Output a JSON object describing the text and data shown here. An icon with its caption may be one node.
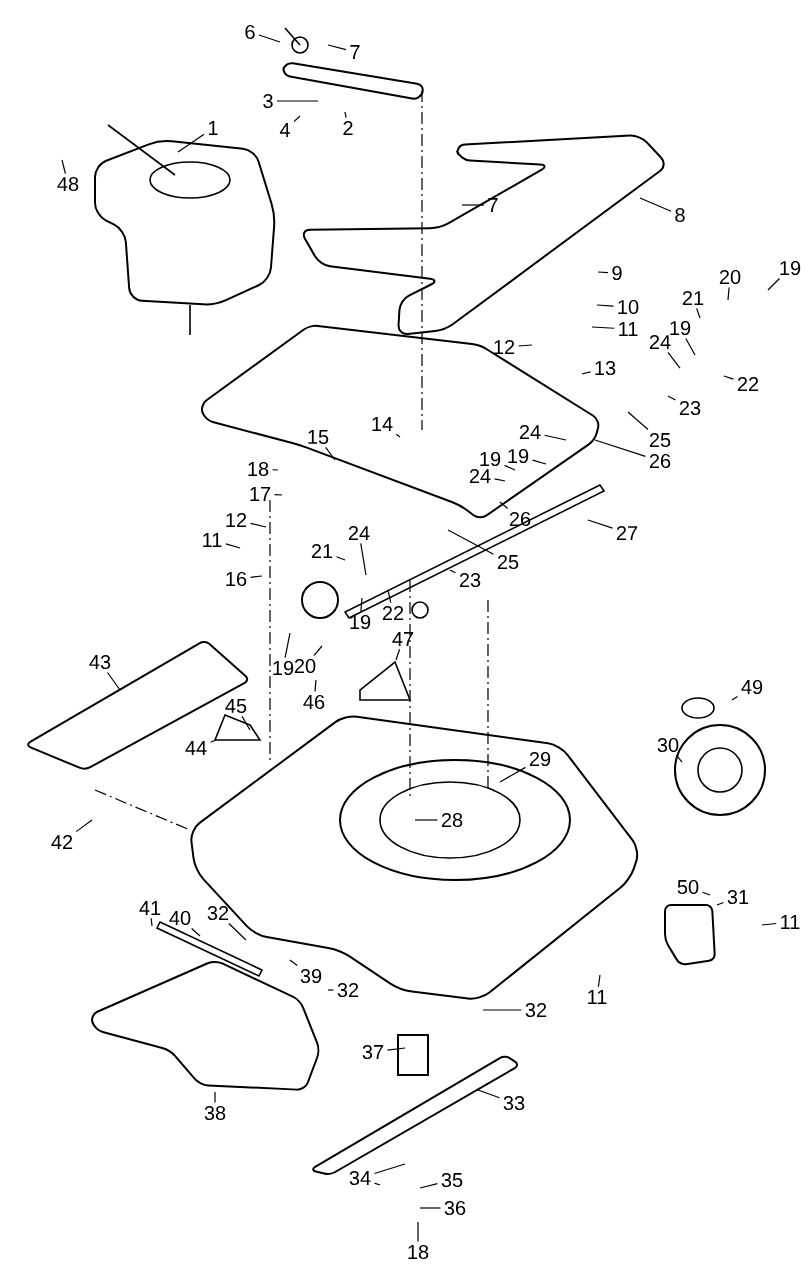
{
  "diagram": {
    "nodes": [
      {
        "text": [
          "6"
        ]
      },
      {
        "text": [
          "7"
        ]
      },
      {
        "text": [
          "3"
        ]
      },
      {
        "text": [
          "4"
        ]
      },
      {
        "text": [
          "2"
        ]
      },
      {
        "text": [
          "1"
        ]
      },
      {
        "text": [
          "48"
        ]
      },
      {
        "text": [
          "7"
        ]
      },
      {
        "text": [
          "8"
        ]
      },
      {
        "text": [
          "9"
        ]
      },
      {
        "text": [
          "20"
        ]
      },
      {
        "text": [
          "19"
        ]
      },
      {
        "text": [
          "10"
        ]
      },
      {
        "text": [
          "21"
        ]
      },
      {
        "text": [
          "11"
        ]
      },
      {
        "text": [
          "24"
        ]
      },
      {
        "text": [
          "19"
        ]
      },
      {
        "text": [
          "12"
        ]
      },
      {
        "text": [
          "13"
        ]
      },
      {
        "text": [
          "22"
        ]
      },
      {
        "text": [
          "23"
        ]
      },
      {
        "text": [
          "14"
        ]
      },
      {
        "text": [
          "25"
        ]
      },
      {
        "text": [
          "15"
        ]
      },
      {
        "text": [
          "24"
        ]
      },
      {
        "text": [
          "26"
        ]
      },
      {
        "text": [
          "19"
        ]
      },
      {
        "text": [
          "18"
        ]
      },
      {
        "text": [
          "24"
        ]
      },
      {
        "text": [
          "17"
        ]
      },
      {
        "text": [
          "26"
        ]
      },
      {
        "text": [
          "12"
        ]
      },
      {
        "text": [
          "27"
        ]
      },
      {
        "text": [
          "11"
        ]
      },
      {
        "text": [
          "24"
        ]
      },
      {
        "text": [
          "21"
        ]
      },
      {
        "text": [
          "25"
        ]
      },
      {
        "text": [
          "23"
        ]
      },
      {
        "text": [
          "16"
        ]
      },
      {
        "text": [
          "19"
        ]
      },
      {
        "text": [
          "22"
        ]
      },
      {
        "text": [
          "47"
        ]
      },
      {
        "text": [
          "43"
        ]
      },
      {
        "text": [
          "19"
        ]
      },
      {
        "text": [
          "20"
        ]
      },
      {
        "text": [
          "49"
        ]
      },
      {
        "text": [
          "46"
        ]
      },
      {
        "text": [
          "45"
        ]
      },
      {
        "text": [
          "30"
        ]
      },
      {
        "text": [
          "44"
        ]
      },
      {
        "text": [
          "29"
        ]
      },
      {
        "text": [
          "28"
        ]
      },
      {
        "text": [
          "42"
        ]
      },
      {
        "text": [
          "50"
        ]
      },
      {
        "text": [
          "31"
        ]
      },
      {
        "text": [
          "41"
        ]
      },
      {
        "text": [
          "40"
        ]
      },
      {
        "text": [
          "32"
        ]
      },
      {
        "text": [
          "11"
        ]
      },
      {
        "text": [
          "39"
        ]
      },
      {
        "text": [
          "32"
        ]
      },
      {
        "text": [
          "11"
        ]
      },
      {
        "text": [
          "32"
        ]
      },
      {
        "text": [
          "37"
        ]
      },
      {
        "text": [
          "33"
        ]
      },
      {
        "text": [
          "38"
        ]
      },
      {
        "text": [
          "34"
        ]
      },
      {
        "text": [
          "35"
        ]
      },
      {
        "text": [
          "36"
        ]
      },
      {
        "text": [
          "18"
        ]
      },
      {
        "text": [
          "19"
        ]
      }
    ],
    "edges": [
      {
        "from": 0,
        "to": null,
        "arrow": "none"
      },
      {
        "from": 1,
        "to": null,
        "arrow": "none"
      },
      {
        "from": 2,
        "to": null,
        "arrow": "none"
      },
      {
        "from": 3,
        "to": null,
        "arrow": "none"
      },
      {
        "from": 4,
        "to": null,
        "arrow": "none"
      },
      {
        "from": 5,
        "to": null,
        "arrow": "none"
      },
      {
        "from": 6,
        "to": null,
        "arrow": "none"
      },
      {
        "from": 7,
        "to": null,
        "arrow": "none"
      },
      {
        "from": 8,
        "to": null,
        "arrow": "none"
      },
      {
        "from": 9,
        "to": null,
        "arrow": "none"
      },
      {
        "from": 10,
        "to": null,
        "arrow": "none"
      },
      {
        "from": 11,
        "to": null,
        "arrow": "none"
      },
      {
        "from": 12,
        "to": null,
        "arrow": "none"
      },
      {
        "from": 13,
        "to": null,
        "arrow": "none"
      },
      {
        "from": 14,
        "to": null,
        "arrow": "none"
      },
      {
        "from": 15,
        "to": null,
        "arrow": "none"
      },
      {
        "from": 16,
        "to": null,
        "arrow": "none"
      },
      {
        "from": 17,
        "to": null,
        "arrow": "none"
      },
      {
        "from": 18,
        "to": null,
        "arrow": "none"
      },
      {
        "from": 19,
        "to": null,
        "arrow": "none"
      },
      {
        "from": 20,
        "to": null,
        "arrow": "none"
      },
      {
        "from": 21,
        "to": null,
        "arrow": "none"
      },
      {
        "from": 22,
        "to": null,
        "arrow": "none"
      },
      {
        "from": 23,
        "to": null,
        "arrow": "none"
      },
      {
        "from": 24,
        "to": null,
        "arrow": "none"
      },
      {
        "from": 25,
        "to": null,
        "arrow": "none"
      },
      {
        "from": 26,
        "to": null,
        "arrow": "none"
      },
      {
        "from": 27,
        "to": null,
        "arrow": "none"
      },
      {
        "from": 28,
        "to": null,
        "arrow": "none"
      },
      {
        "from": 29,
        "to": null,
        "arrow": "none"
      },
      {
        "from": 30,
        "to": null,
        "arrow": "none"
      },
      {
        "from": 31,
        "to": null,
        "arrow": "none"
      },
      {
        "from": 32,
        "to": null,
        "arrow": "none"
      },
      {
        "from": 33,
        "to": null,
        "arrow": "none"
      },
      {
        "from": 34,
        "to": null,
        "arrow": "none"
      },
      {
        "from": 35,
        "to": null,
        "arrow": "none"
      },
      {
        "from": 36,
        "to": null,
        "arrow": "none"
      },
      {
        "from": 37,
        "to": null,
        "arrow": "none"
      },
      {
        "from": 38,
        "to": null,
        "arrow": "none"
      },
      {
        "from": 39,
        "to": null,
        "arrow": "none"
      },
      {
        "from": 40,
        "to": null,
        "arrow": "none"
      },
      {
        "from": 41,
        "to": null,
        "arrow": "none"
      },
      {
        "from": 42,
        "to": null,
        "arrow": "none"
      },
      {
        "from": 43,
        "to": null,
        "arrow": "none"
      },
      {
        "from": 44,
        "to": null,
        "arrow": "none"
      },
      {
        "from": 45,
        "to": null,
        "arrow": "none"
      },
      {
        "from": 46,
        "to": null,
        "arrow": "none"
      },
      {
        "from": 47,
        "to": null,
        "arrow": "none"
      },
      {
        "from": 48,
        "to": null,
        "arrow": "none"
      },
      {
        "from": 49,
        "to": null,
        "arrow": "none"
      },
      {
        "from": 50,
        "to": null,
        "arrow": "none"
      },
      {
        "from": 51,
        "to": null,
        "arrow": "none"
      },
      {
        "from": 52,
        "to": null,
        "arrow": "none"
      },
      {
        "from": 53,
        "to": null,
        "arrow": "none"
      },
      {
        "from": 54,
        "to": null,
        "arrow": "none"
      },
      {
        "from": 55,
        "to": null,
        "arrow": "none"
      },
      {
        "from": 56,
        "to": null,
        "arrow": "none"
      },
      {
        "from": 57,
        "to": null,
        "arrow": "none"
      },
      {
        "from": 58,
        "to": null,
        "arrow": "none"
      },
      {
        "from": 59,
        "to": null,
        "arrow": "none"
      },
      {
        "from": 60,
        "to": null,
        "arrow": "none"
      },
      {
        "from": 61,
        "to": null,
        "arrow": "none"
      },
      {
        "from": 62,
        "to": null,
        "arrow": "none"
      },
      {
        "from": 63,
        "to": null,
        "arrow": "none"
      },
      {
        "from": 64,
        "to": null,
        "arrow": "none"
      },
      {
        "from": 65,
        "to": null,
        "arrow": "none"
      },
      {
        "from": 66,
        "to": null,
        "arrow": "none"
      },
      {
        "from": 66,
        "to": null,
        "arrow": "none"
      },
      {
        "from": 67,
        "to": null,
        "arrow": "none"
      },
      {
        "from": 68,
        "to": null,
        "arrow": "none"
      },
      {
        "from": 69,
        "to": null,
        "arrow": "none"
      },
      {
        "from": 70,
        "to": null,
        "arrow": "none"
      }
    ]
  }
}
